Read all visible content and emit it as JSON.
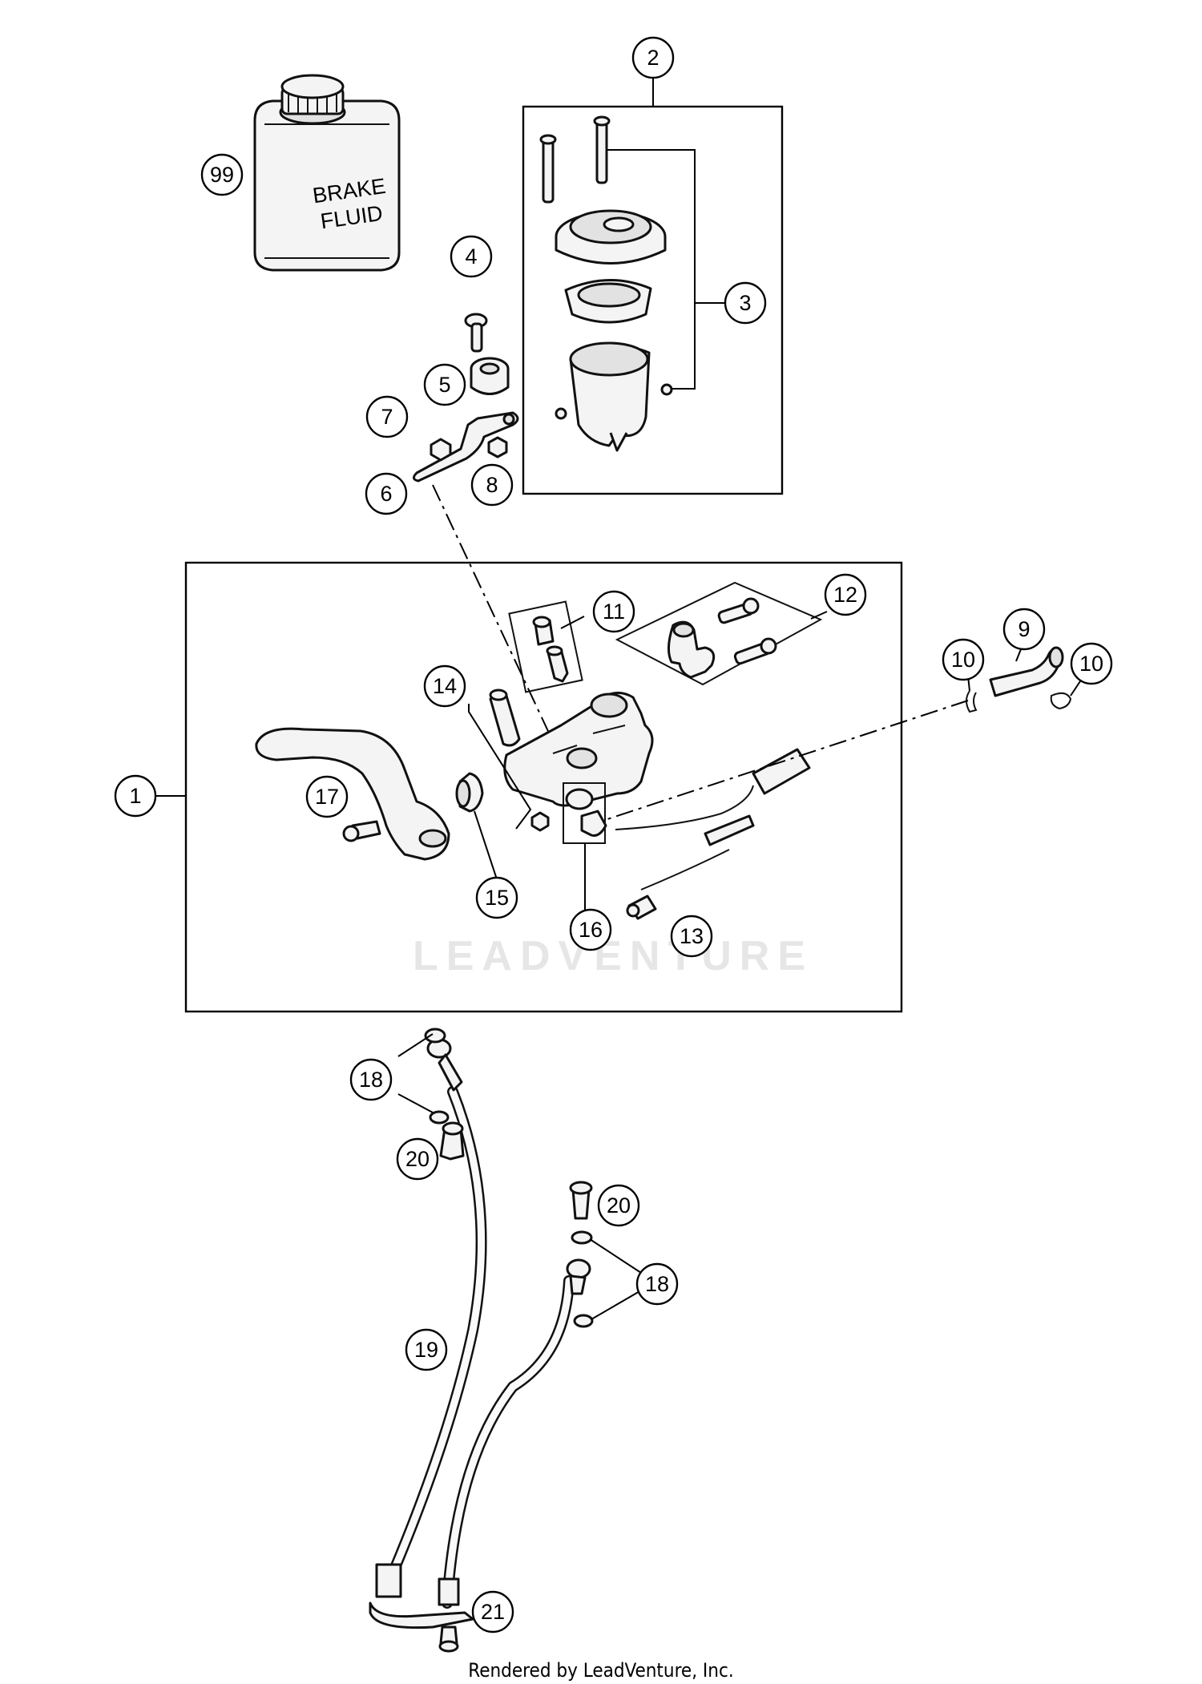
{
  "diagram": {
    "watermark": "LEADVENTURE",
    "can_label_line1": "BRAKE",
    "can_label_line2": "FLUID",
    "callouts": [
      "1",
      "2",
      "3",
      "4",
      "5",
      "6",
      "7",
      "8",
      "9",
      "10",
      "10",
      "11",
      "12",
      "13",
      "14",
      "15",
      "16",
      "17",
      "18",
      "18",
      "19",
      "20",
      "20",
      "21",
      "99"
    ]
  },
  "footer": {
    "credit": "Rendered by LeadVenture, Inc."
  }
}
